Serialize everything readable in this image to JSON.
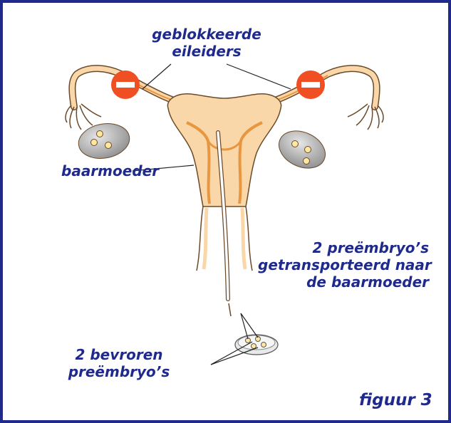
{
  "labels": {
    "blocked_tubes_line1": "geblokkeerde",
    "blocked_tubes_line2": "eileiders",
    "uterus": "baarmoeder",
    "transport_line1": "2 preëmbryo’s",
    "transport_line2": "getransporteerd naar",
    "transport_line3": "de baarmoeder",
    "frozen_line1": "2 bevroren",
    "frozen_line2": "preëmbryo’s",
    "figure": "figuur 3"
  },
  "colors": {
    "frame": "#1f2a8c",
    "text": "#1f2a8c",
    "uterus_fill": "#f9d7a8",
    "uterus_dark": "#e8963f",
    "outline": "#6b4a2a",
    "blocked_sign": "#f04e23",
    "ovary": "#b8b8b8"
  },
  "icons": {
    "blocked_sign": "no-entry-icon"
  }
}
